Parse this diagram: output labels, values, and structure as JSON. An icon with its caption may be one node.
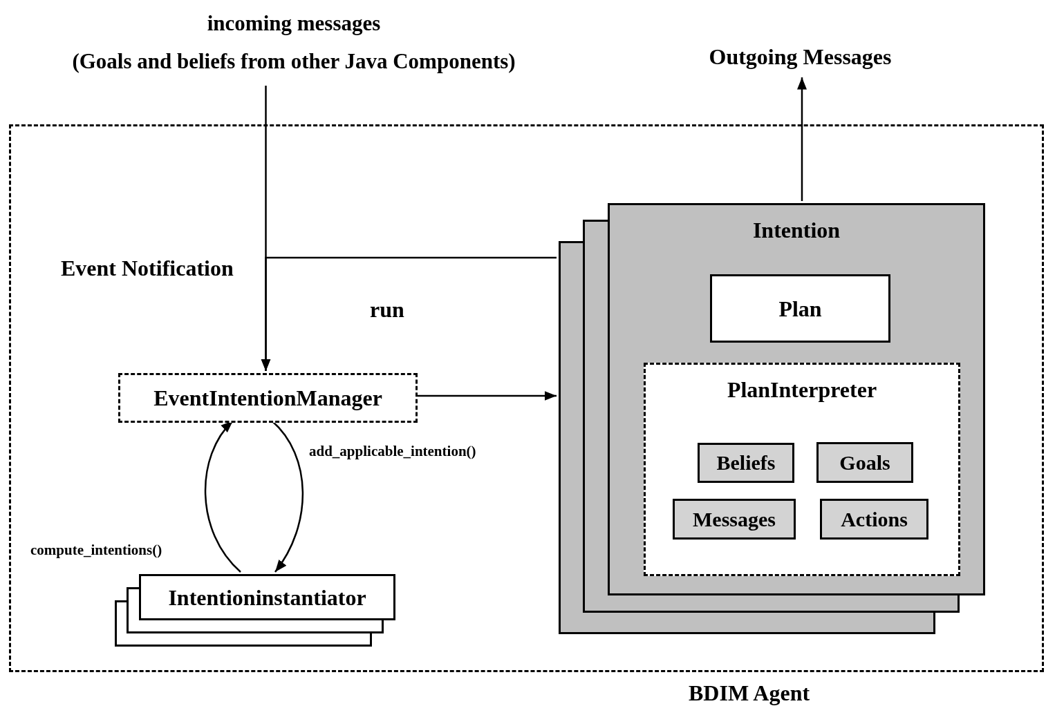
{
  "diagram": {
    "nodes": [
      {
        "text": [
          "BDIM Agent"
        ]
      },
      {
        "text": [
          "incoming messages",
          "(Goals and beliefs from other Java Components)"
        ]
      },
      {
        "text": [
          "Outgoing Messages"
        ]
      },
      {
        "text": [
          "EventIntentionManager"
        ],
        "in": 0
      },
      {
        "text": [
          "Intentioninstantiator"
        ],
        "in": 0
      },
      {
        "text": [
          "Intention"
        ],
        "in": 0
      },
      {
        "text": [
          "Plan"
        ],
        "in": 5
      },
      {
        "text": [
          "PlanInterpreter"
        ],
        "in": 5
      },
      {
        "text": [
          "Beliefs"
        ],
        "in": 7
      },
      {
        "text": [
          "Goals"
        ],
        "in": 7
      },
      {
        "text": [
          "Messages"
        ],
        "in": 7
      },
      {
        "text": [
          "Actions"
        ],
        "in": 7
      }
    ],
    "edges": [
      {
        "from": 1,
        "to": 3,
        "arrow": "to"
      },
      {
        "from": 5,
        "to": 3,
        "arrow": "to",
        "label": "Event Notification"
      },
      {
        "from": 3,
        "to": 5,
        "arrow": "to",
        "label": "run"
      },
      {
        "from": 4,
        "to": 3,
        "arrow": "to",
        "label": "compute_intentions()"
      },
      {
        "from": 3,
        "to": 4,
        "arrow": "to",
        "label": "add_applicable_intention()"
      },
      {
        "from": 5,
        "to": 2,
        "arrow": "to"
      }
    ]
  }
}
